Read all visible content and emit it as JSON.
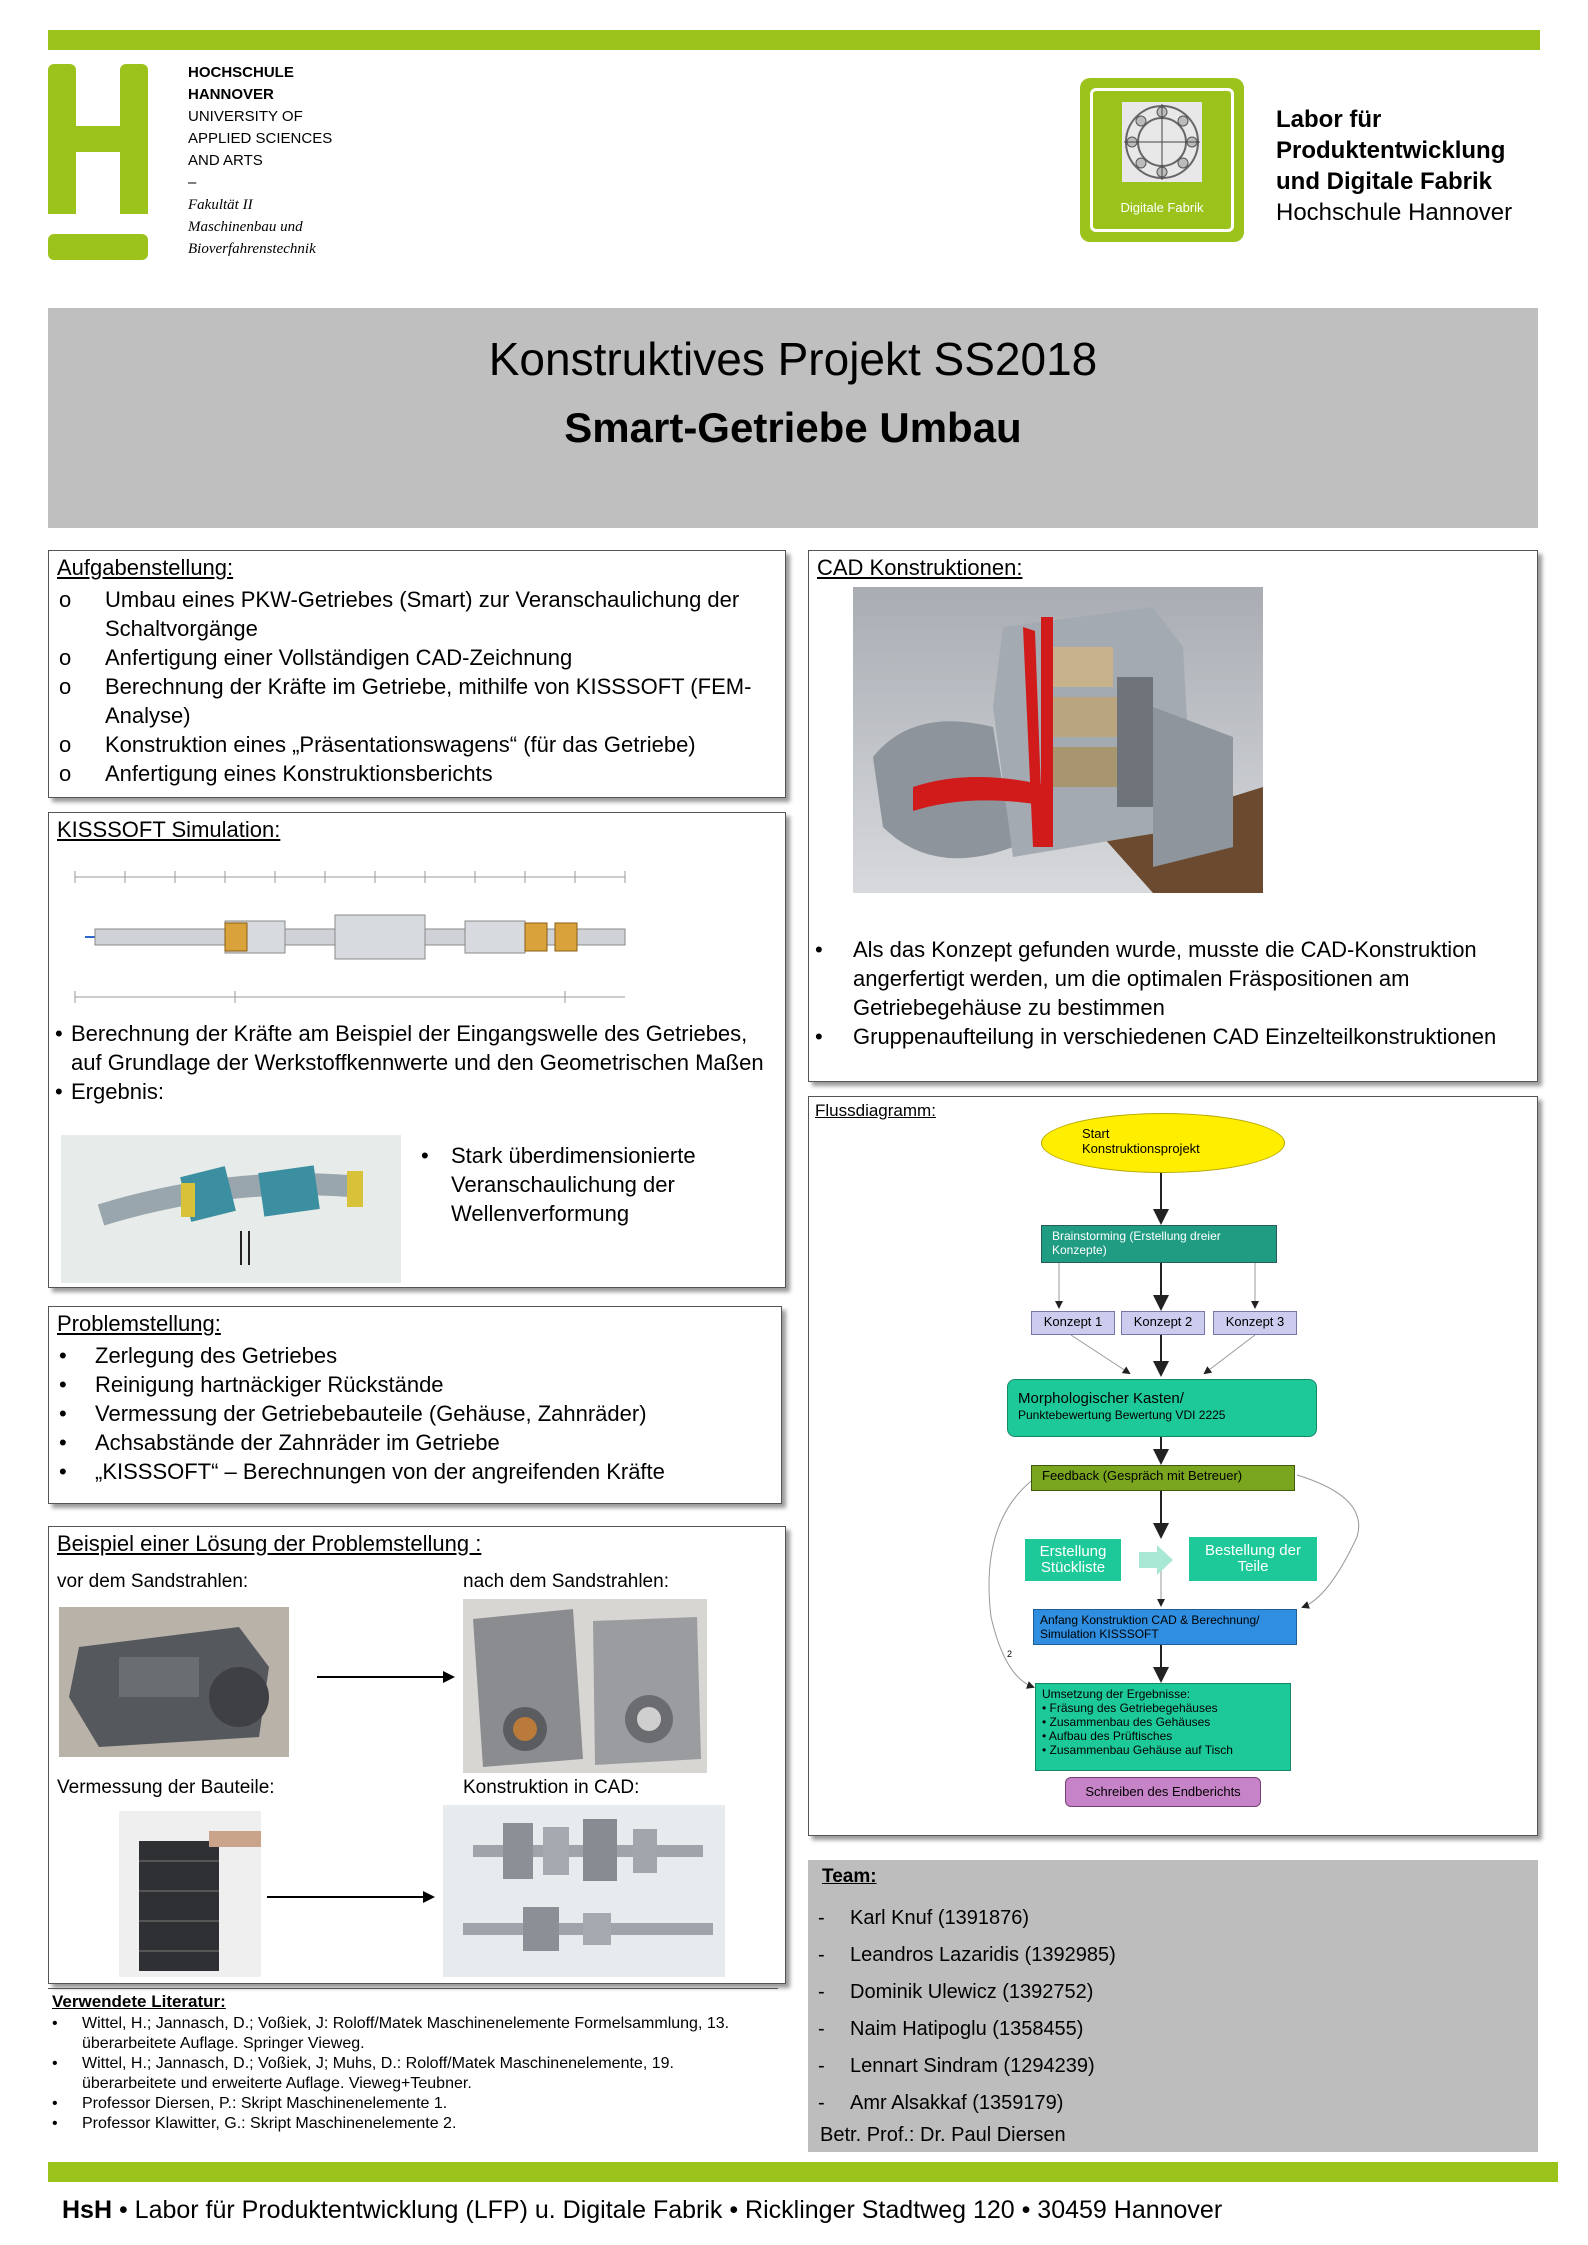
{
  "header": {
    "logo_lines": [
      "HOCHSCHULE",
      "HANNOVER",
      "UNIVERSITY OF",
      "APPLIED SCIENCES",
      "AND ARTS",
      "–",
      "Fakultät II",
      "Maschinenbau und",
      "Bioverfahrenstechnik"
    ],
    "lab_badge": "Digitale Fabrik",
    "lab_line1": "Labor für",
    "lab_line2": "Produktentwicklung",
    "lab_line3": "und Digitale Fabrik",
    "lab_line4": "Hochschule Hannover"
  },
  "title": {
    "line1": "Konstruktives Projekt SS2018",
    "line2": "Smart-Getriebe Umbau"
  },
  "aufgaben": {
    "heading": "Aufgabenstellung:",
    "items": [
      "Umbau eines PKW-Getriebes (Smart) zur Veranschaulichung der Schaltvorgänge",
      " Anfertigung einer Vollständigen CAD-Zeichnung",
      "Berechnung der Kräfte im Getriebe, mithilfe von KISSSOFT (FEM-Analyse)",
      "Konstruktion eines „Präsentationswagens“ (für das Getriebe)",
      "Anfertigung eines Konstruktionsberichts"
    ]
  },
  "kisssoft": {
    "heading": "KISSSOFT Simulation:",
    "items": [
      "Berechnung der Kräfte am Beispiel der Eingangswelle des Getriebes, auf Grundlage der Werkstoffkennwerte und den Geometrischen Maßen",
      "Ergebnis:"
    ],
    "side_note": "Stark überdimensionierte Veranschaulichung der Wellenverformung"
  },
  "problem": {
    "heading": "Problemstellung:",
    "items": [
      "Zerlegung des Getriebes",
      "Reinigung hartnäckiger Rückstände",
      "Vermessung der Getriebebauteile (Gehäuse, Zahnräder)",
      "Achsabstände der Zahnräder im Getriebe",
      "„KISSSOFT“ – Berechnungen von der angreifenden Kräfte"
    ]
  },
  "beispiel": {
    "heading": "Beispiel einer Lösung der Problemstellung :",
    "label_before": "vor dem Sandstrahlen:",
    "label_after": "nach dem Sandstrahlen:",
    "label_measure": "Vermessung der Bauteile:",
    "label_cad": "Konstruktion in CAD:"
  },
  "literatur": {
    "heading": "Verwendete Literatur:",
    "items": [
      "Wittel, H.; Jannasch, D.; Voßiek, J: Roloff/Matek Maschinenelemente Formelsammlung, 13. überarbeitete Auflage. Springer Vieweg.",
      "Wittel, H.; Jannasch, D.; Voßiek, J; Muhs, D.: Roloff/Matek Maschinenelemente, 19. überarbeitete und erweiterte Auflage. Vieweg+Teubner.",
      "Professor Diersen, P.: Skript Maschinenelemente 1.",
      "Professor Klawitter, G.: Skript Maschinenelemente 2."
    ]
  },
  "cad": {
    "heading": "CAD Konstruktionen:",
    "items": [
      "Als das Konzept gefunden wurde, musste die CAD-Konstruktion angerfertigt werden, um die optimalen Fräspositionen am Getriebegehäuse zu bestimmen",
      "Gruppenaufteilung in verschiedenen CAD Einzelteilkonstruktionen"
    ]
  },
  "fluss": {
    "heading": "Flussdiagramm:",
    "start": "Start Konstruktionsprojekt",
    "brainstorming": "Brainstorming (Erstellung dreier Konzepte)",
    "konzepte": [
      "Konzept 1",
      "Konzept 2",
      "Konzept 3"
    ],
    "morpho1": "Morphologischer Kasten/",
    "morpho2": "Punktebewertung Bewertung VDI 2225",
    "feedback": "Feedback (Gespräch mit Betreuer)",
    "stueckliste": "Erstellung Stückliste",
    "bestellung": "Bestellung der Teile",
    "anfang": "Anfang Konstruktion CAD & Berechnung/ Simulation KISSSOFT",
    "umsetzung_title": "Umsetzung der Ergebnisse:",
    "umsetzung_items": [
      "Fräsung des Getriebegehäuses",
      "Zusammenbau des Gehäuses",
      "Aufbau des Prüftisches",
      "Zusammenbau Gehäuse auf Tisch"
    ],
    "endbericht": "Schreiben des Endberichts",
    "loop_label": "2"
  },
  "team": {
    "heading": "Team:",
    "members": [
      "Karl Knuf (1391876)",
      "Leandros Lazaridis (1392985)",
      "Dominik Ulewicz (1392752)",
      "Naim Hatipoglu (1358455)",
      "Lennart Sindram (1294239)",
      "Amr Alsakkaf (1359179)"
    ],
    "professor": "Betr. Prof.: Dr. Paul Diersen"
  },
  "footer": {
    "text": "HsH • Labor für Produktentwicklung (LFP) u. Digitale Fabrik • Ricklinger Stadtweg 120 • 30459 Hannover"
  },
  "colors": {
    "brand_green": "#9bc31c",
    "title_gray": "#bfbfbf",
    "team_gray": "#bdbdbd",
    "flow_teal": "#1f9c82",
    "flow_green": "#1ec999",
    "flow_olive": "#7aa51e",
    "flow_blue": "#2f8ee0",
    "flow_purple": "#c683c7",
    "flow_konzept": "#ccccee",
    "flow_start": "#ffee00"
  }
}
